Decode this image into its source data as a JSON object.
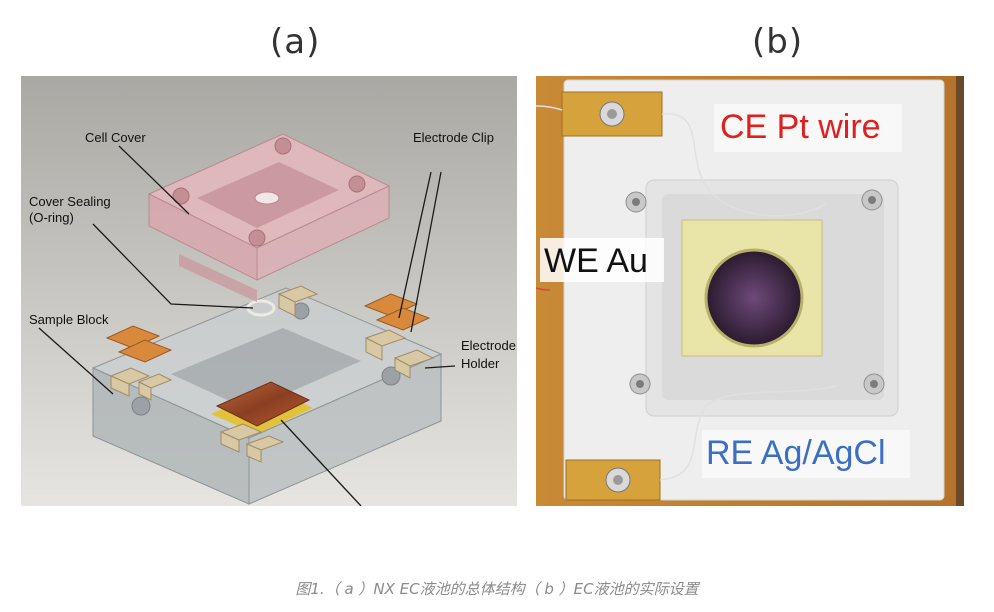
{
  "panels": {
    "a_label": "(a)",
    "b_label": "(b)"
  },
  "diagram_a": {
    "labels": {
      "cell_cover": "Cell Cover",
      "electrode_clip": "Electrode Clip",
      "cover_sealing_1": "Cover Sealing",
      "cover_sealing_2": "(O-ring)",
      "sample_block": "Sample Block",
      "electrode_holder_1": "Electrode",
      "electrode_holder_2": "Holder"
    }
  },
  "photo_b": {
    "labels": {
      "ce": "CE Pt wire",
      "we": "WE Au",
      "re": "RE Ag/AgCl"
    },
    "colors": {
      "ce": "#e0201e",
      "we": "#111111",
      "re": "#3a6fc4"
    }
  },
  "caption": "图1.（ a ）NX EC液池的总体结构（ b ）EC液池的实际设置"
}
